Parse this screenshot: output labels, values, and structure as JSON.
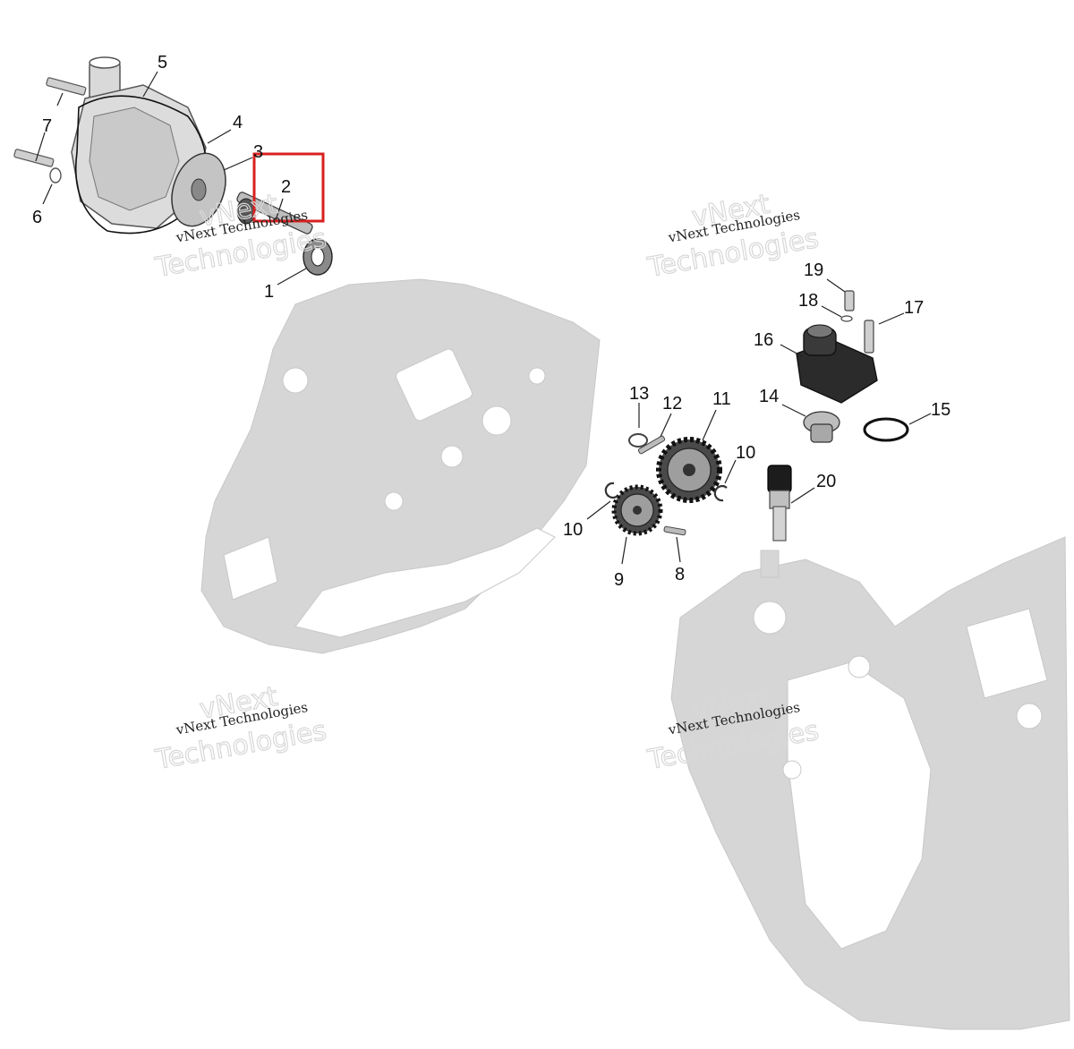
{
  "diagram": {
    "callouts": [
      {
        "id": "c1",
        "label": "1"
      },
      {
        "id": "c2",
        "label": "2"
      },
      {
        "id": "c3",
        "label": "3"
      },
      {
        "id": "c4",
        "label": "4"
      },
      {
        "id": "c5",
        "label": "5"
      },
      {
        "id": "c6",
        "label": "6"
      },
      {
        "id": "c7",
        "label": "7"
      },
      {
        "id": "c8",
        "label": "8"
      },
      {
        "id": "c9",
        "label": "9"
      },
      {
        "id": "c10a",
        "label": "10"
      },
      {
        "id": "c10b",
        "label": "10"
      },
      {
        "id": "c11",
        "label": "11"
      },
      {
        "id": "c12",
        "label": "12"
      },
      {
        "id": "c13",
        "label": "13"
      },
      {
        "id": "c14",
        "label": "14"
      },
      {
        "id": "c15",
        "label": "15"
      },
      {
        "id": "c16",
        "label": "16"
      },
      {
        "id": "c17",
        "label": "17"
      },
      {
        "id": "c18",
        "label": "18"
      },
      {
        "id": "c19",
        "label": "19"
      },
      {
        "id": "c20",
        "label": "20"
      }
    ],
    "highlight_color": "#d9201f",
    "highlighted_part": "2"
  },
  "watermark": {
    "line1": "vNext Technologies",
    "line2": "vNext",
    "line3": "Technologies"
  }
}
